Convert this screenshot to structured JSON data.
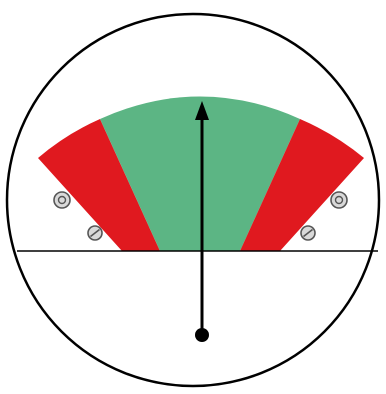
{
  "gauge": {
    "zones": [
      {
        "name": "left-red-zone",
        "color": "#e0191f"
      },
      {
        "name": "green-zone",
        "color": "#5cb584"
      },
      {
        "name": "right-red-zone",
        "color": "#e0191f"
      }
    ],
    "needle": {
      "color": "#000000",
      "direction": "straight-up"
    },
    "screws": [
      {
        "name": "left-upper-screw",
        "kind": "ring-screw-icon"
      },
      {
        "name": "left-lower-screw",
        "kind": "slotted-screw-icon"
      },
      {
        "name": "right-upper-screw",
        "kind": "ring-screw-icon"
      },
      {
        "name": "right-lower-screw",
        "kind": "slotted-screw-icon"
      }
    ],
    "outline_color": "#000000",
    "screw_fill": "#d9d9d9",
    "screw_stroke": "#555555"
  }
}
